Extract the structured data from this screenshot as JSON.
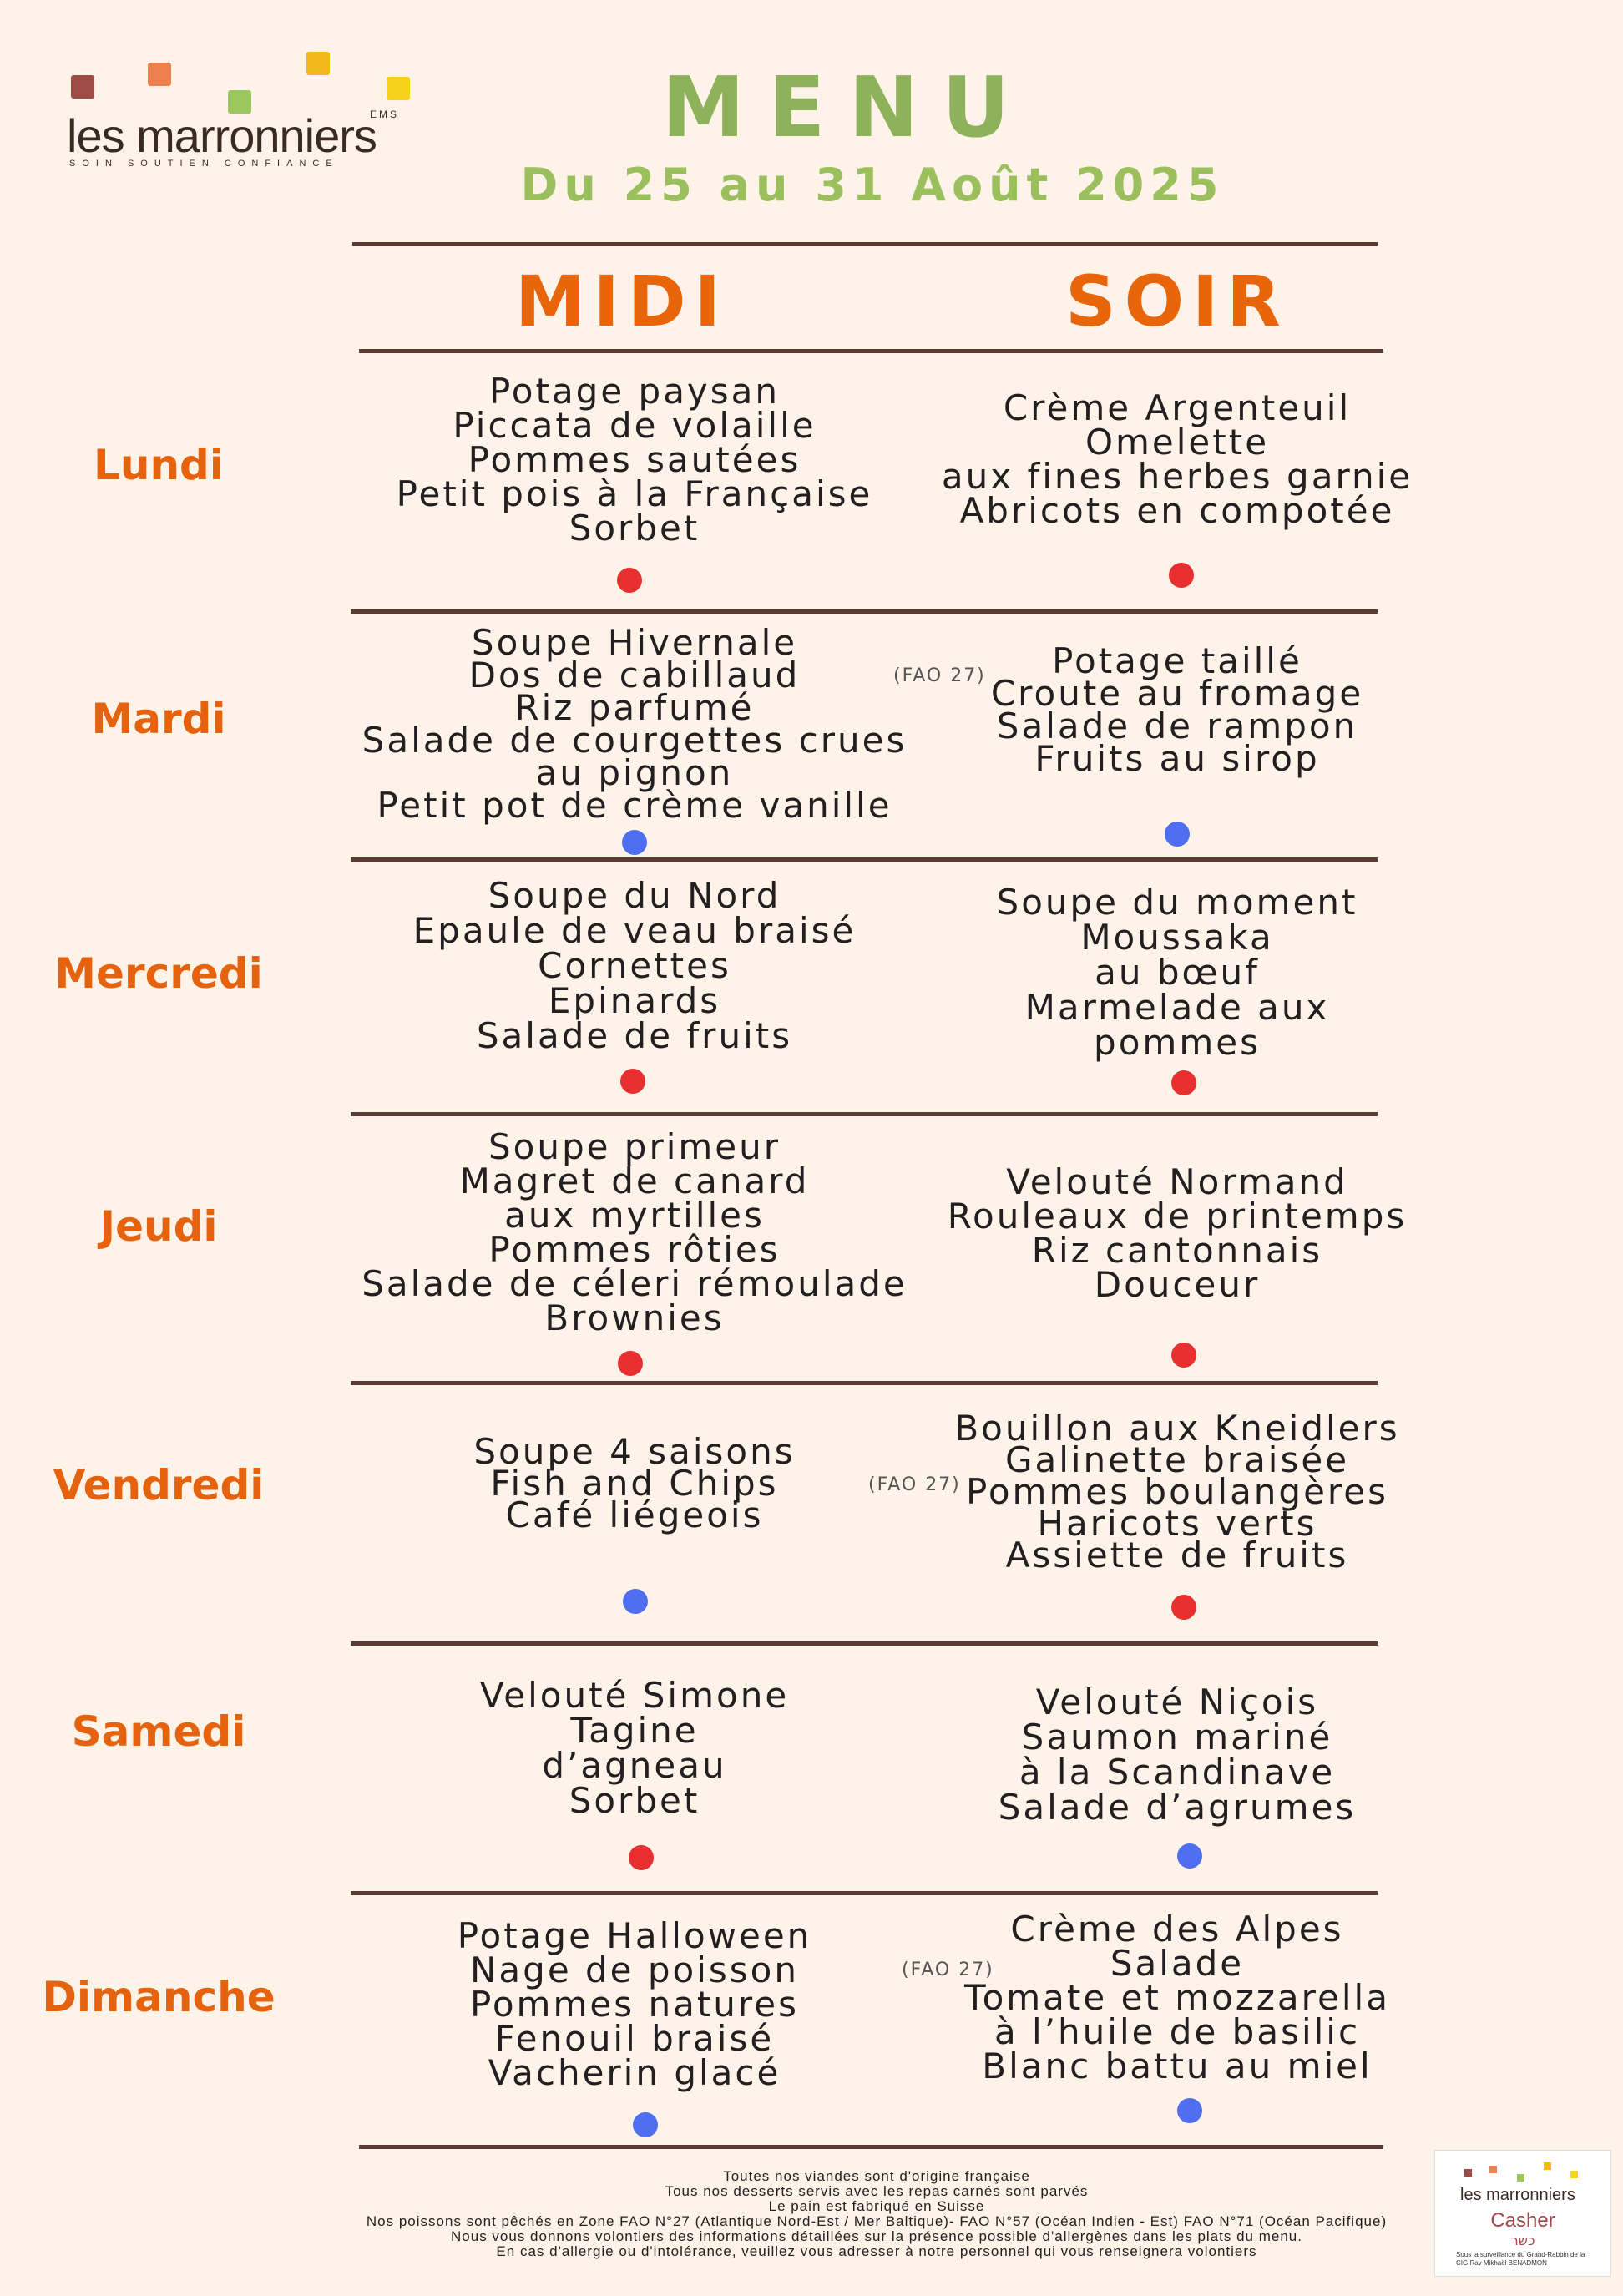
{
  "brand": {
    "name": "les marronniers",
    "suffix": "EMS",
    "tagline": "SOIN SOUTIEN CONFIANCE",
    "colors": [
      "#9e4a45",
      "#ee7f4f",
      "#9bc75c",
      "#f5b81c",
      "#f5d21c"
    ]
  },
  "header": {
    "title": "MENU",
    "dates": "Du 25 au 31 Août 2025"
  },
  "columns": {
    "midi": "MIDI",
    "soir": "SOIR"
  },
  "days": [
    {
      "name": "Lundi",
      "midi": {
        "items": [
          "Potage paysan",
          "Piccata de volaille",
          "Pommes sautées",
          "Petit pois à la Française",
          "Sorbet"
        ],
        "dot": "red"
      },
      "soir": {
        "items": [
          "Crème Argenteuil",
          "Omelette",
          "aux fines herbes garnie",
          "Abricots en compotée"
        ],
        "dot": "red"
      }
    },
    {
      "name": "Mardi",
      "midi": {
        "items": [
          "Soupe Hivernale",
          "Dos de cabillaud",
          "Riz parfumé",
          "Salade de courgettes crues",
          "au pignon",
          "Petit pot de crème vanille"
        ],
        "note": "(FAO  27)",
        "dot": "blue"
      },
      "soir": {
        "items": [
          "Potage taillé",
          "Croute au fromage",
          "Salade de rampon",
          "Fruits au sirop"
        ],
        "dot": "blue"
      }
    },
    {
      "name": "Mercredi",
      "midi": {
        "items": [
          "Soupe du Nord",
          "Epaule de veau braisé",
          "Cornettes",
          "Epinards",
          "Salade de fruits"
        ],
        "dot": "red"
      },
      "soir": {
        "items": [
          "Soupe du moment",
          "Moussaka",
          "au bœuf",
          "Marmelade aux",
          "pommes"
        ],
        "dot": "red"
      }
    },
    {
      "name": "Jeudi",
      "midi": {
        "items": [
          "Soupe primeur",
          "Magret de canard",
          "aux myrtilles",
          "Pommes rôties",
          "Salade de céleri rémoulade",
          "Brownies"
        ],
        "dot": "red"
      },
      "soir": {
        "items": [
          "Velouté Normand",
          "Rouleaux de printemps",
          "Riz cantonnais",
          "Douceur"
        ],
        "dot": "red"
      }
    },
    {
      "name": "Vendredi",
      "midi": {
        "items": [
          "Soupe 4 saisons",
          "Fish and Chips",
          "Café liégeois"
        ],
        "note": "(FAO 27)",
        "dot": "blue"
      },
      "soir": {
        "items": [
          "Bouillon aux Kneidlers",
          "Galinette braisée",
          "Pommes boulangères",
          "Haricots verts",
          "Assiette de fruits"
        ],
        "dot": "red"
      }
    },
    {
      "name": "Samedi",
      "midi": {
        "items": [
          "Velouté Simone",
          "Tagine",
          "d’agneau",
          "Sorbet"
        ],
        "dot": "red"
      },
      "soir": {
        "items": [
          "Velouté Niçois",
          "Saumon mariné",
          "à la Scandinave",
          "Salade d’agrumes"
        ],
        "dot": "blue"
      }
    },
    {
      "name": "Dimanche",
      "midi": {
        "items": [
          "Potage Halloween",
          "Nage de poisson",
          "Pommes natures",
          "Fenouil braisé",
          "Vacherin glacé"
        ],
        "note": "(FAO  27)",
        "dot": "blue"
      },
      "soir": {
        "items": [
          "Crème des Alpes",
          "Salade",
          "Tomate et mozzarella",
          "à l’huile de basilic",
          "Blanc battu au miel"
        ],
        "dot": "blue"
      }
    }
  ],
  "footer": [
    "Toutes nos viandes sont d'origine française",
    "Tous nos desserts servis avec les repas carnés sont parvés",
    "Le pain est fabriqué en Suisse",
    "Nos poissons sont pêchés en Zone FAO N°27 (Atlantique Nord-Est / Mer Baltique)- FAO N°57 (Océan Indien - Est) FAO N°71 (Océan Pacifique)",
    "Nous vous donnons volontiers des informations détaillées sur la présence possible d'allergènes dans les plats du menu.",
    "En cas d'allergie ou d'intolérance, veuillez vous adresser à notre personnel qui vous renseignera volontiers"
  ],
  "badge": {
    "name": "les marronniers",
    "label": "Casher",
    "hebrew": "כשר",
    "note": "Sous la surveillance du Grand-Rabbin de la CIG Rav Mikhaël BENADMON"
  }
}
